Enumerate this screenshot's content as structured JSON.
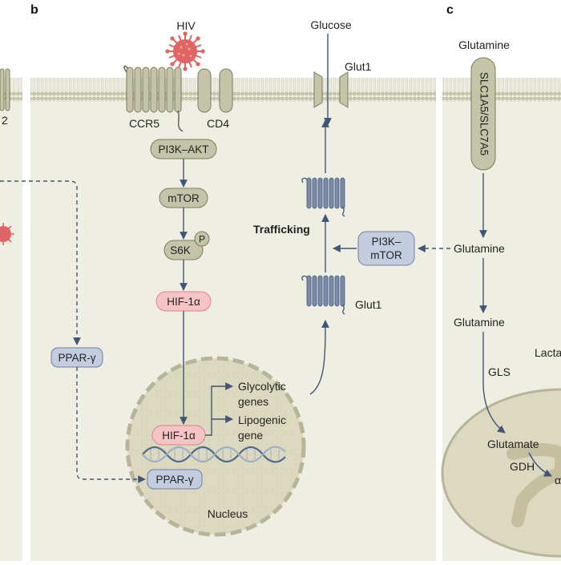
{
  "panels": {
    "b": "b",
    "c": "c"
  },
  "left_fragment": {
    "receptor_label": "2"
  },
  "membrane": {
    "virus": "HIV",
    "ccr5": "CCR5",
    "cd4": "CD4",
    "glucose": "Glucose",
    "glut1_top": "Glut1",
    "glutamine_top": "Glutamine",
    "transporter": "SLC1A5/SLC7A5"
  },
  "pathway": {
    "pi3k_akt": "PI3K–AKT",
    "mtor": "mTOR",
    "s6k": "S6K",
    "phospho": "P",
    "hif_cytoplasm": "HIF-1α",
    "ppar_cytoplasm": "PPAR-γ",
    "pi3k_mtor_line1": "PI3K–",
    "pi3k_mtor_line2": "mTOR",
    "trafficking": "Trafficking",
    "glut1_lower": "Glut1"
  },
  "nucleus": {
    "hif_nuclear": "HIF-1α",
    "ppar_nuclear": "PPAR-γ",
    "glycolytic_line1": "Glycolytic",
    "glycolytic_line2": "genes",
    "lipogenic_line1": "Lipogenic",
    "lipogenic_line2": "gene",
    "nucleus_label": "Nucleus"
  },
  "panel_c": {
    "glutamine_mid": "Glutamine",
    "glutamine_lower": "Glutamine",
    "lactate_partial": "Lacta",
    "gls": "GLS",
    "glutamate": "Glutamate",
    "gdh": "GDH",
    "alpha_partial": "α"
  },
  "colors": {
    "cytoplasm": "#efeee2",
    "membrane_head": "#c9c6a8",
    "protein_gray": "#c5c4a8",
    "protein_stroke": "#7c7b60",
    "hif_fill": "#f6c4c4",
    "hif_stroke": "#d98585",
    "ppar_fill": "#c4cde0",
    "ppar_stroke": "#6f7fa0",
    "arrow": "#3f5674",
    "nucleus_fill": "#dcd9c0",
    "virus": "#e06464"
  }
}
